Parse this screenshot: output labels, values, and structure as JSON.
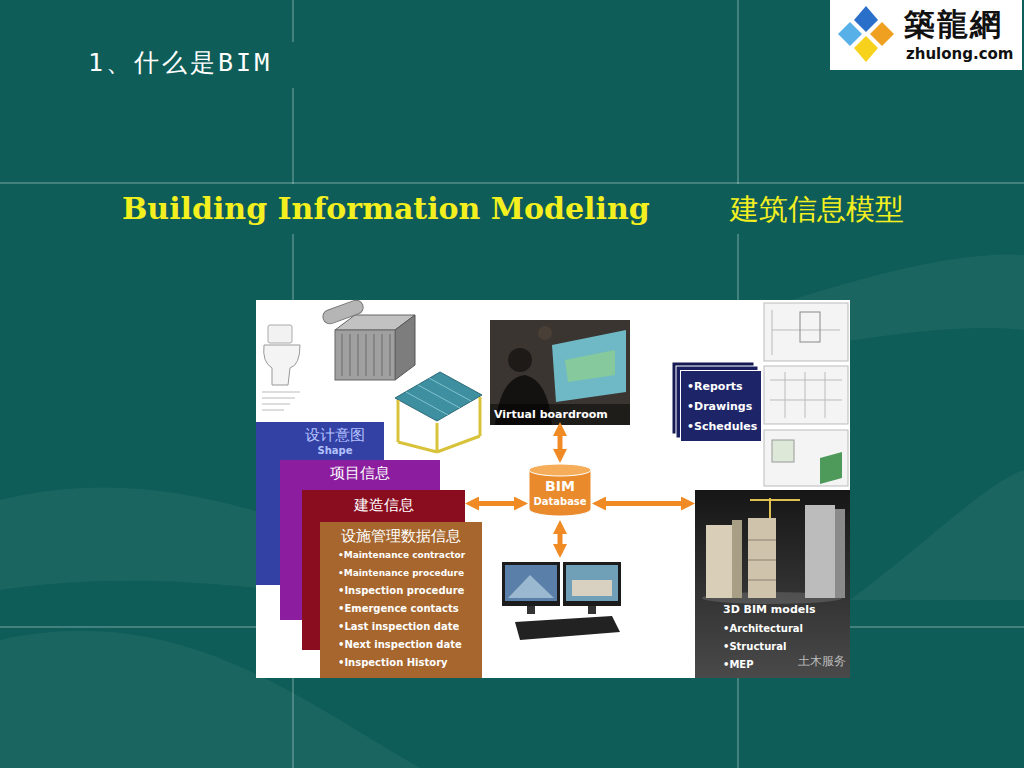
{
  "diagram": {
    "title": "1、什么是BIM",
    "nodes": [
      {
        "text": [
          "Virtual boardroom"
        ]
      },
      {
        "text": [
          "•Reports",
          "•Drawings",
          "•Schedules"
        ]
      },
      {
        "text": [
          "设计意图",
          "Shape"
        ]
      },
      {
        "text": [
          "项目信息"
        ]
      },
      {
        "text": [
          "建造信息"
        ]
      },
      {
        "text": [
          "设施管理数据信息",
          "•Maintenance contractor",
          "•Maintenance procedure",
          "•Inspection procedure",
          "•Emergence contacts",
          "•Last inspection date",
          "•Next inspection date",
          "•Inspection History"
        ]
      },
      {
        "text": [
          "BIM",
          "Database"
        ]
      },
      {
        "text": [
          "3D BIM models",
          "•Architectural",
          "•Structural",
          "•MEP"
        ]
      }
    ],
    "edges": [
      {
        "from": 6,
        "to": 0,
        "arrow": "both"
      },
      {
        "from": 6,
        "to": 4,
        "arrow": "both"
      },
      {
        "from": 6,
        "to": 7,
        "arrow": "both"
      }
    ],
    "labels": [
      "Building Information Modeling",
      "建筑信息模型",
      "築龍網",
      "zhulong.com",
      "土木服务"
    ]
  }
}
